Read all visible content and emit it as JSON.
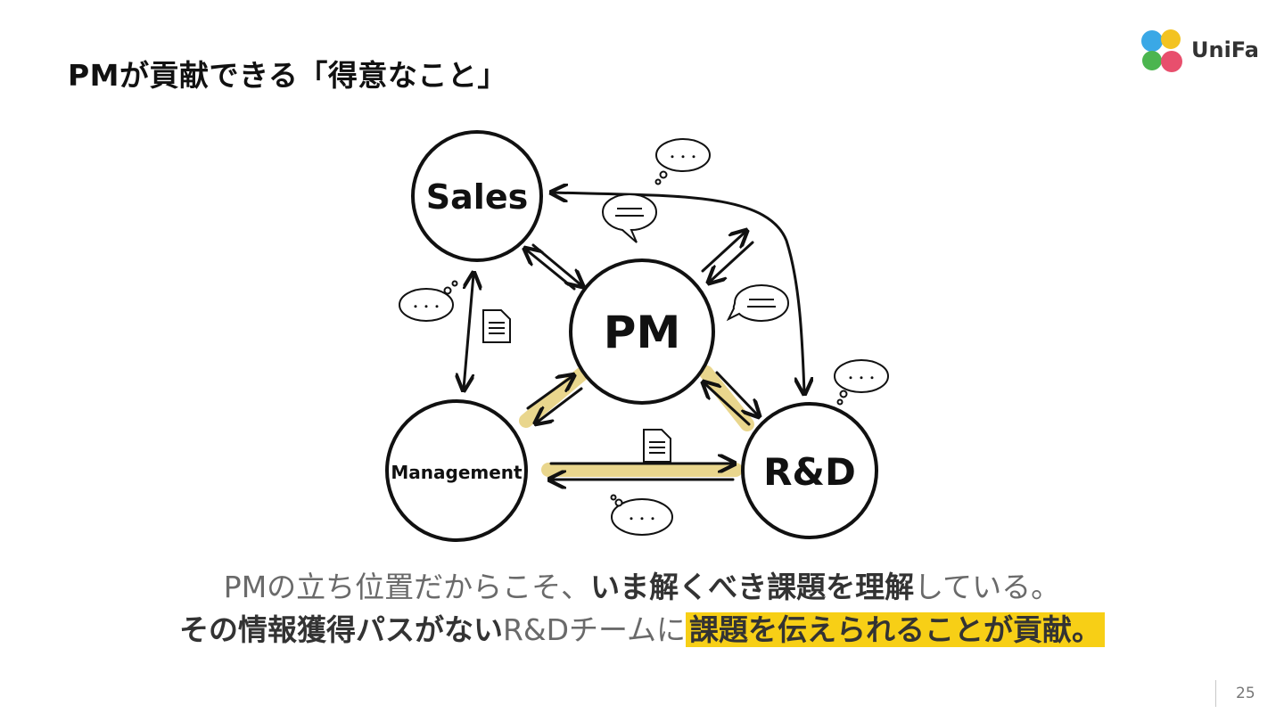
{
  "header": {
    "title": "PMが貢献できる「得意なこと」",
    "logo_text": "UniFa",
    "logo_colors": [
      "#3aa8e6",
      "#f3c321",
      "#4cb54f",
      "#e84f6d"
    ]
  },
  "diagram": {
    "nodes": {
      "sales": "Sales",
      "pm": "PM",
      "management": "Management",
      "rnd": "R&D"
    },
    "bubble_text": "・・・",
    "highlight_color": "#e6cf7a"
  },
  "caption": {
    "line1": {
      "part1": "PMの立ち位置だからこそ、",
      "part2": "いま解くべき課題を理解",
      "part3": "している。"
    },
    "line2": {
      "part1": "その情報獲得パスがない",
      "part2": "R&Dチームに",
      "part3": "課題を伝えられることが貢献。"
    },
    "highlight_color": "#f7cf16"
  },
  "page_number": "25"
}
